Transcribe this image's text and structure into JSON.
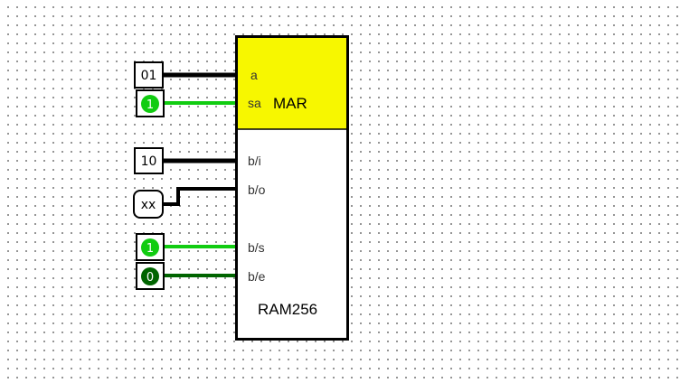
{
  "colors": {
    "wire_black": "#000000",
    "wire_bright_green": "#11cc11",
    "wire_dark_green": "#006400",
    "mar_fill": "#f7f700",
    "led_on": "#11cc11",
    "led_off": "#006400"
  },
  "component": {
    "section_title": "MAR",
    "name": "RAM256",
    "pins": {
      "a": "a",
      "sa": "sa",
      "bi": "b/i",
      "bo": "b/o",
      "bs": "b/s",
      "be": "b/e"
    }
  },
  "inputs": {
    "a_value": "01",
    "sa_value": "1",
    "bi_value": "10",
    "bs_value": "1",
    "be_value": "0"
  },
  "outputs": {
    "bo_value": "xx"
  }
}
